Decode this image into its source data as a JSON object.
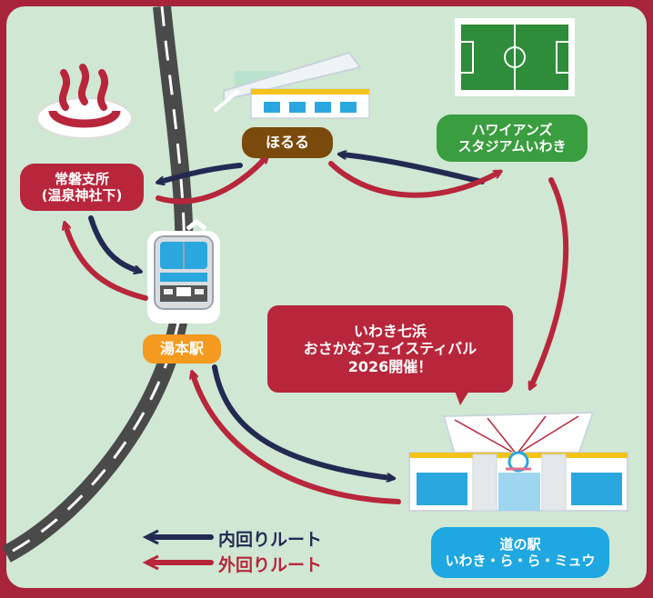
{
  "map": {
    "colors": {
      "frame": "#a8243a",
      "background": "#cfe7d3",
      "road": "#4a4a4a",
      "inner_route": "#232a52",
      "outer_route": "#b8263b",
      "hotaru_label": "#7a4a0c",
      "hawaiians_label": "#3a9d3f",
      "yumoto_label": "#f39a1f",
      "michinoeki_label": "#1ea7e0",
      "josai_label": "#b8263b",
      "festival_bubble": "#b8263b"
    },
    "places": {
      "josai": {
        "name": "常磐支所\n(温泉神社下)",
        "icon": "hot-spring-icon"
      },
      "hotaru": {
        "name": "ほるる",
        "icon": "museum-building-icon"
      },
      "hawaiians": {
        "name": "ハワイアンズ\nスタジアムいわき",
        "icon": "soccer-field-icon"
      },
      "yumoto": {
        "name": "湯本駅",
        "icon": "train-icon"
      },
      "michinoeki": {
        "name": "道の駅\nいわき・ら・ら・ミュウ",
        "icon": "market-building-icon"
      }
    },
    "festival": {
      "text": "いわき七浜\nおさかなフェイスティバル\n2026開催！"
    },
    "legend": {
      "inner": "内回りルート",
      "outer": "外回りルート"
    }
  }
}
